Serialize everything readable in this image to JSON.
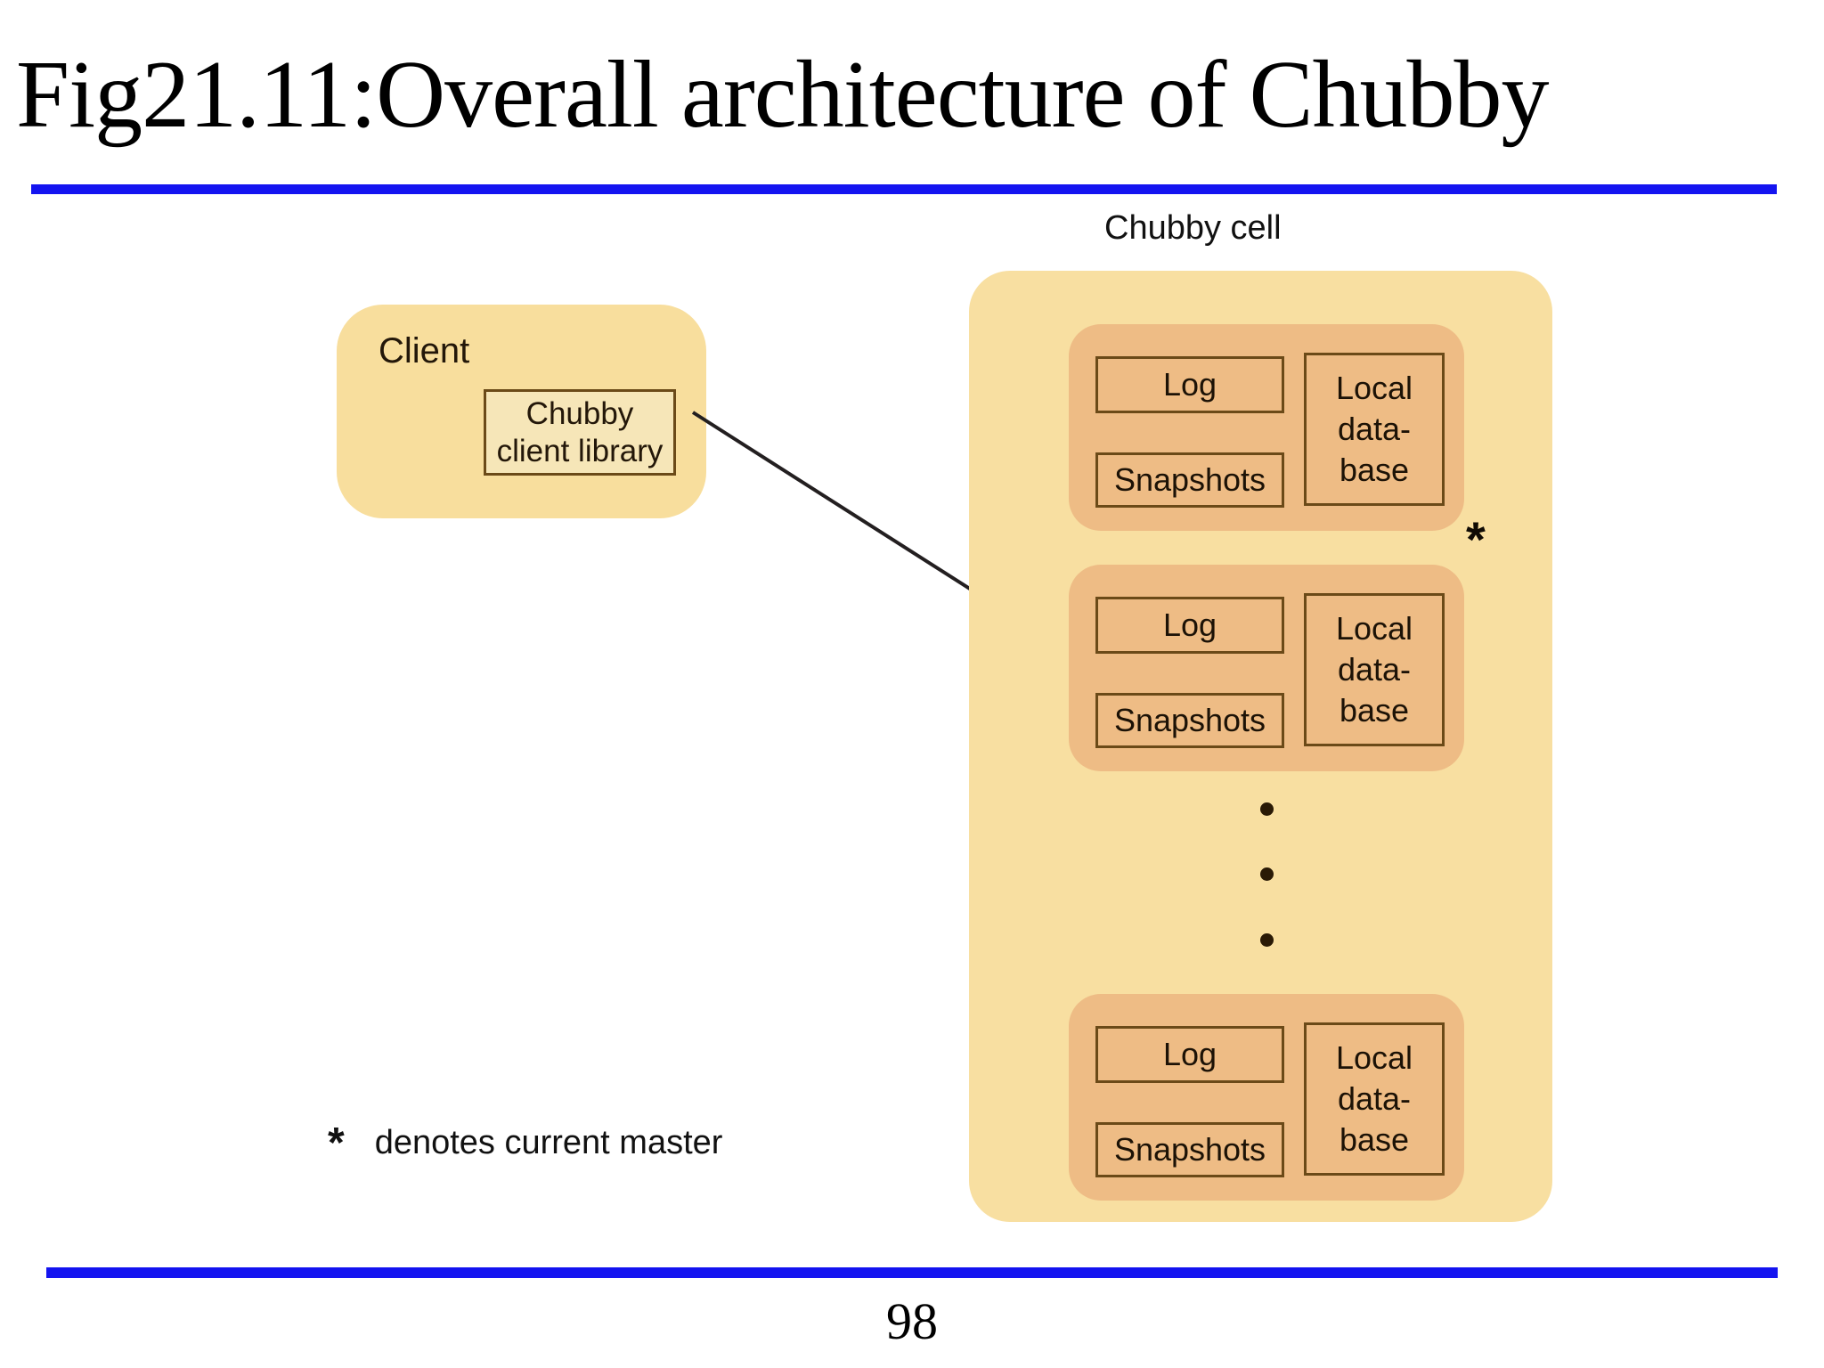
{
  "slide": {
    "title": "Fig21.11:Overall architecture of Chubby",
    "page_number": "98",
    "rule_color": "#1414F0"
  },
  "client": {
    "label": "Client",
    "library_line1": "Chubby",
    "library_line2": "client library",
    "box_color": "#F8DE9D",
    "library_box_color": "#F6E6B8",
    "border_color": "#6B4A18"
  },
  "chubby_cell": {
    "label": "Chubby cell",
    "box_color": "#F8DFA1",
    "replica_color": "#EEBC85",
    "replicas": [
      {
        "log": "Log",
        "snapshots": "Snapshots",
        "localdb_line1": "Local",
        "localdb_line2": "data-",
        "localdb_line3": "base",
        "is_master": false
      },
      {
        "log": "Log",
        "snapshots": "Snapshots",
        "localdb_line1": "Local",
        "localdb_line2": "data-",
        "localdb_line3": "base",
        "is_master": true
      },
      {
        "log": "Log",
        "snapshots": "Snapshots",
        "localdb_line1": "Local",
        "localdb_line2": "data-",
        "localdb_line3": "base",
        "is_master": false
      }
    ],
    "master_marker": "*",
    "ellipsis": [
      "•",
      "•",
      "•"
    ]
  },
  "legend": {
    "marker": "*",
    "text": "denotes current master"
  },
  "arrow": {
    "name": "client-to-master-arrow",
    "color": "#231F20"
  }
}
